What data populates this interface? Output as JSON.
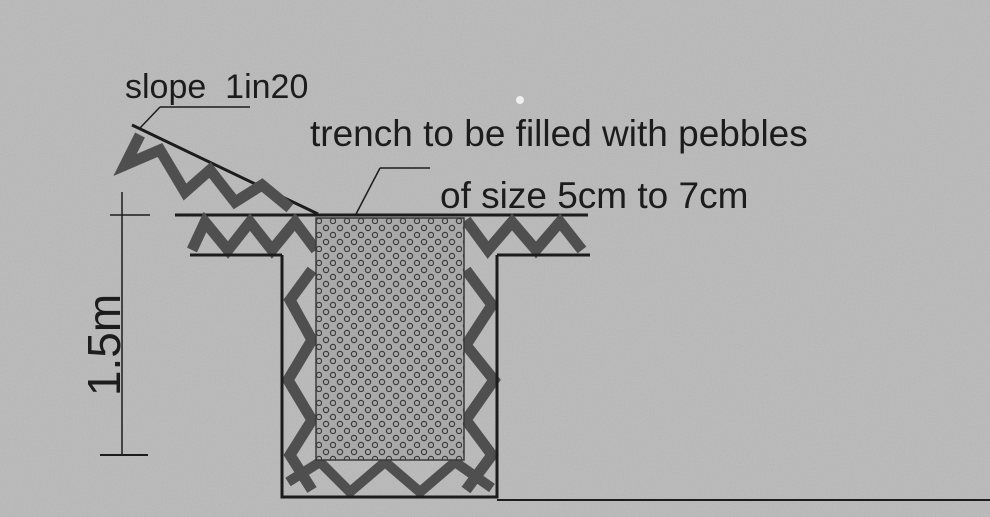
{
  "labels": {
    "slope": "slope  1in20",
    "trench_line1": "trench to be filled with pebbles",
    "trench_line2": "of size 5cm to 7cm",
    "depth": "1.5m"
  },
  "colors": {
    "paper": "#b9b9b9",
    "ink": "#1c1c1c",
    "hatch": "#4f4f4f",
    "fill": "#a9a9a9"
  }
}
